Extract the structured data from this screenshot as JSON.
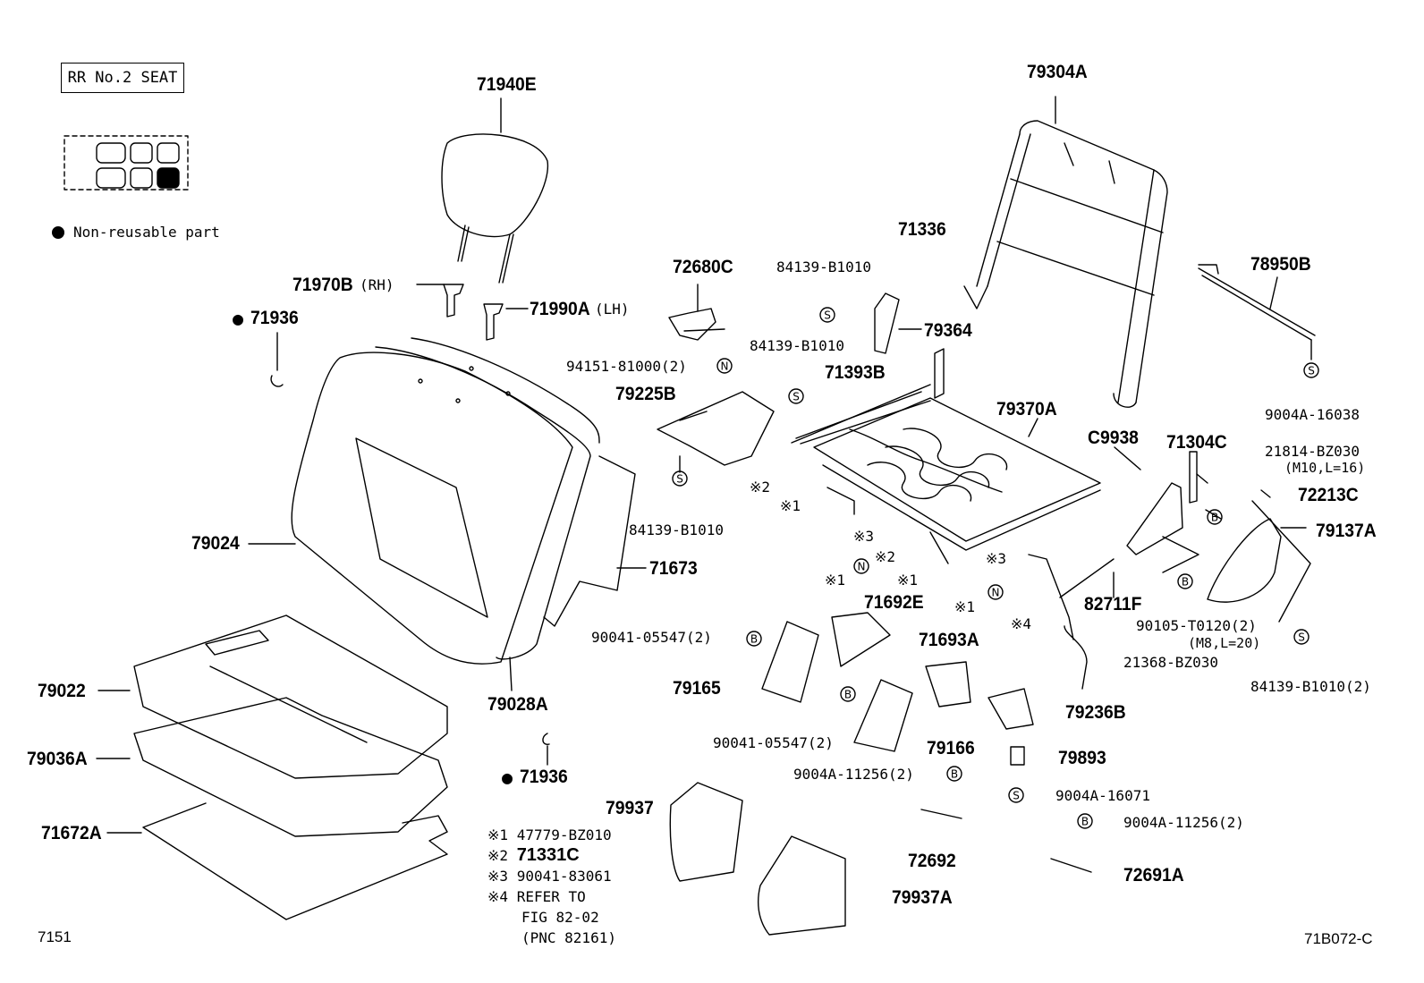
{
  "header": {
    "title": "RR No.2 SEAT"
  },
  "legend": {
    "non_reusable": "Non-reusable part"
  },
  "parts": {
    "p71940E": "71940E",
    "p79304A": "79304A",
    "p71336": "71336",
    "p78950B": "78950B",
    "p72680C": "72680C",
    "p84139_B1010_a": "84139-B1010",
    "p84139_B1010_b": "84139-B1010",
    "p84139_B1010_c": "84139-B1010",
    "p84139_B1010_2": "84139-B1010(2)",
    "p71970B": "71970B",
    "rh": "(RH)",
    "p71990A": "71990A",
    "lh": "(LH)",
    "p71936_a": "71936",
    "p71936_b": "71936",
    "p94151": "94151-81000(2)",
    "p79364": "79364",
    "p71393B": "71393B",
    "p79370A": "79370A",
    "p79225B": "79225B",
    "p9004A_16038": "9004A-16038",
    "pC9938": "C9938",
    "p71304C": "71304C",
    "p21814": "21814-BZ030",
    "p21814_spec": "(M10,L=16)",
    "p72213C": "72213C",
    "p79137A": "79137A",
    "p79024": "79024",
    "p71673": "71673",
    "p82711F": "82711F",
    "p90105": "90105-T0120(2)",
    "p90105_spec": "(M8,L=20)",
    "p71692E": "71692E",
    "p90041_a": "90041-05547(2)",
    "p90041_b": "90041-05547(2)",
    "p71693A": "71693A",
    "p21368": "21368-BZ030",
    "p79165": "79165",
    "p79236B": "79236B",
    "p79022": "79022",
    "p79028A": "79028A",
    "p79166": "79166",
    "p79893": "79893",
    "p79036A": "79036A",
    "p9004A_11256_a": "9004A-11256(2)",
    "p9004A_11256_b": "9004A-11256(2)",
    "p9004A_16071": "9004A-16071",
    "p79937": "79937",
    "p72692": "72692",
    "p71672A": "71672A",
    "p72691A": "72691A",
    "p79937A": "79937A"
  },
  "marks": {
    "x1": "※1",
    "x2": "※2",
    "x3": "※3",
    "x4": "※4",
    "S": "S",
    "N": "N",
    "B": "B"
  },
  "notes": {
    "n1_mark": "※1",
    "n1": "47779-BZ010",
    "n2_mark": "※2",
    "n2": "71331C",
    "n3_mark": "※3",
    "n3": "90041-83061",
    "n4_mark": "※4",
    "n4a": "REFER TO",
    "n4b": "FIG 82-02",
    "n4c": "(PNC 82161)"
  },
  "footer": {
    "left": "7151",
    "right": "71B072-C"
  }
}
